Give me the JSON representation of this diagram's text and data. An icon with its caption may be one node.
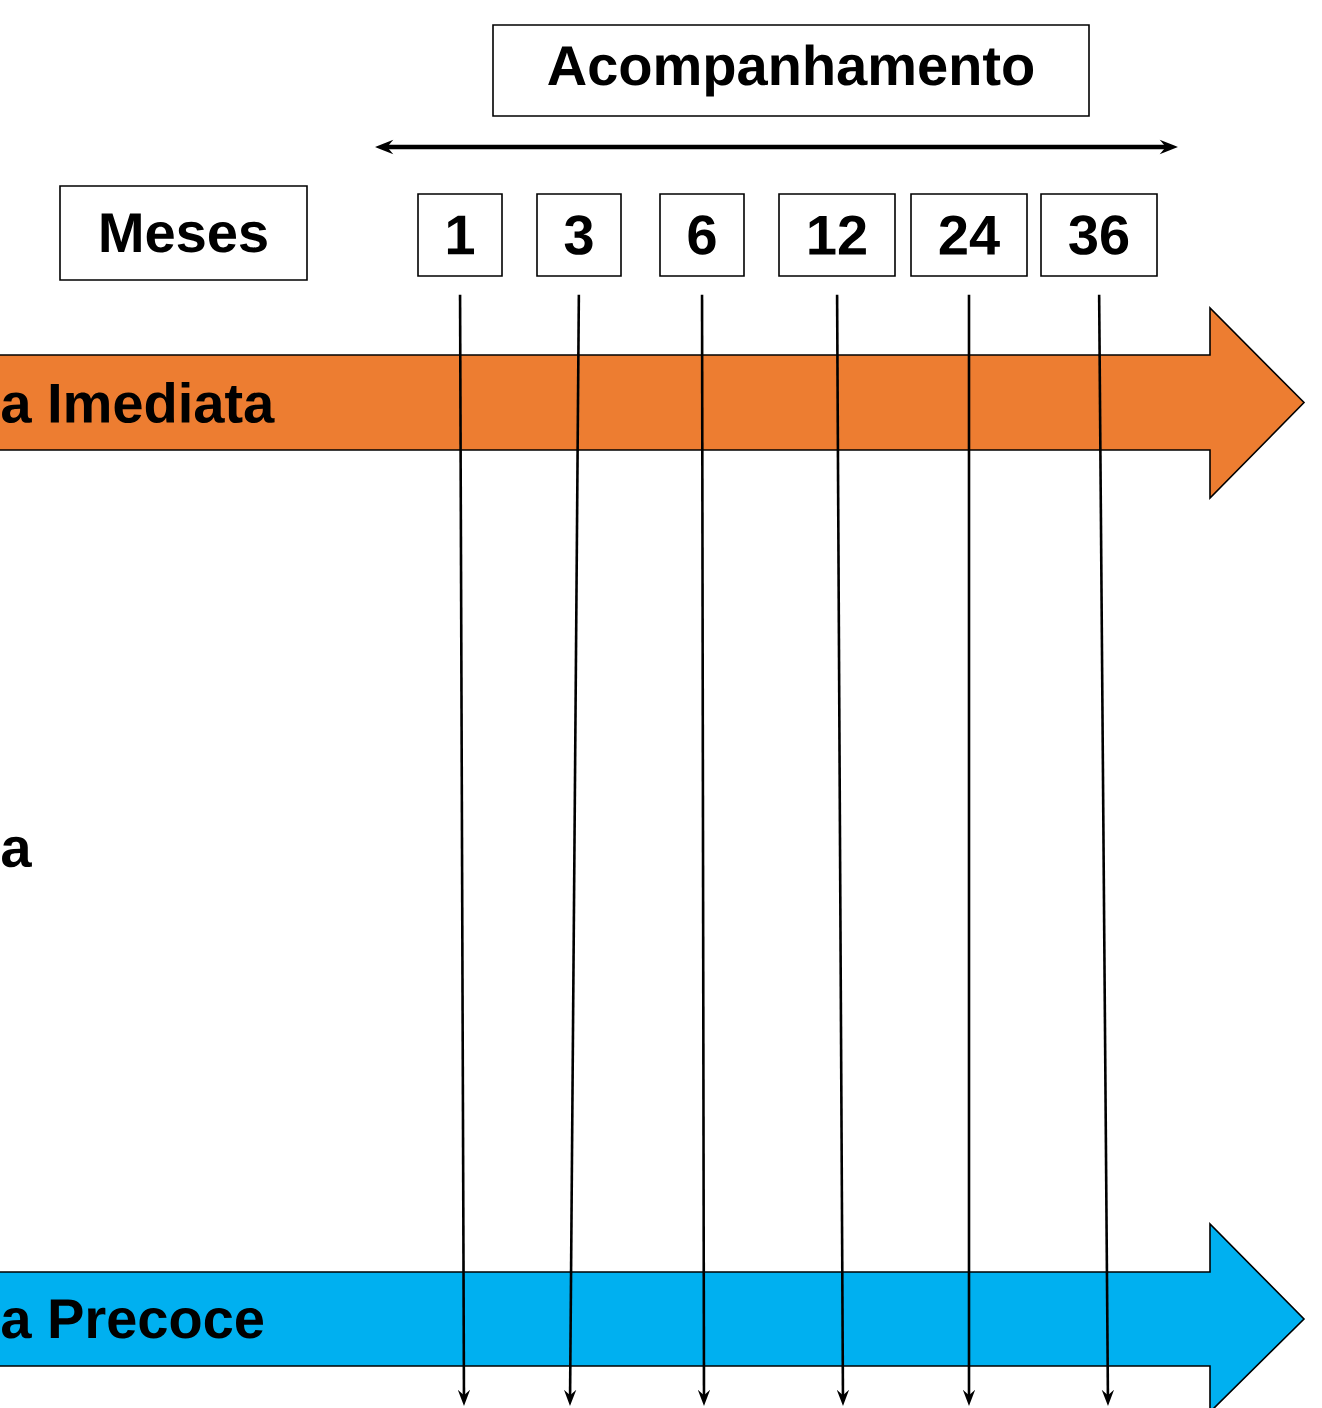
{
  "diagram": {
    "nodes": [
      {
        "text": [
          "Acompanhamento"
        ]
      },
      {
        "text": [
          "Meses"
        ]
      },
      {
        "text": [
          "1"
        ]
      },
      {
        "text": [
          "3"
        ]
      },
      {
        "text": [
          "6"
        ]
      },
      {
        "text": [
          "12"
        ]
      },
      {
        "text": [
          "24"
        ]
      },
      {
        "text": [
          "36"
        ]
      },
      {
        "text": [
          "a Imediata"
        ]
      },
      {
        "text": [
          "a Precoce"
        ]
      }
    ],
    "edges": [
      {
        "from": 2,
        "to": null,
        "arrow": "to"
      },
      {
        "from": 3,
        "to": null,
        "arrow": "to"
      },
      {
        "from": 4,
        "to": null,
        "arrow": "to"
      },
      {
        "from": 5,
        "to": null,
        "arrow": "to"
      },
      {
        "from": 6,
        "to": null,
        "arrow": "to"
      },
      {
        "from": 7,
        "to": null,
        "arrow": "to"
      }
    ],
    "labels": [
      "a"
    ]
  }
}
